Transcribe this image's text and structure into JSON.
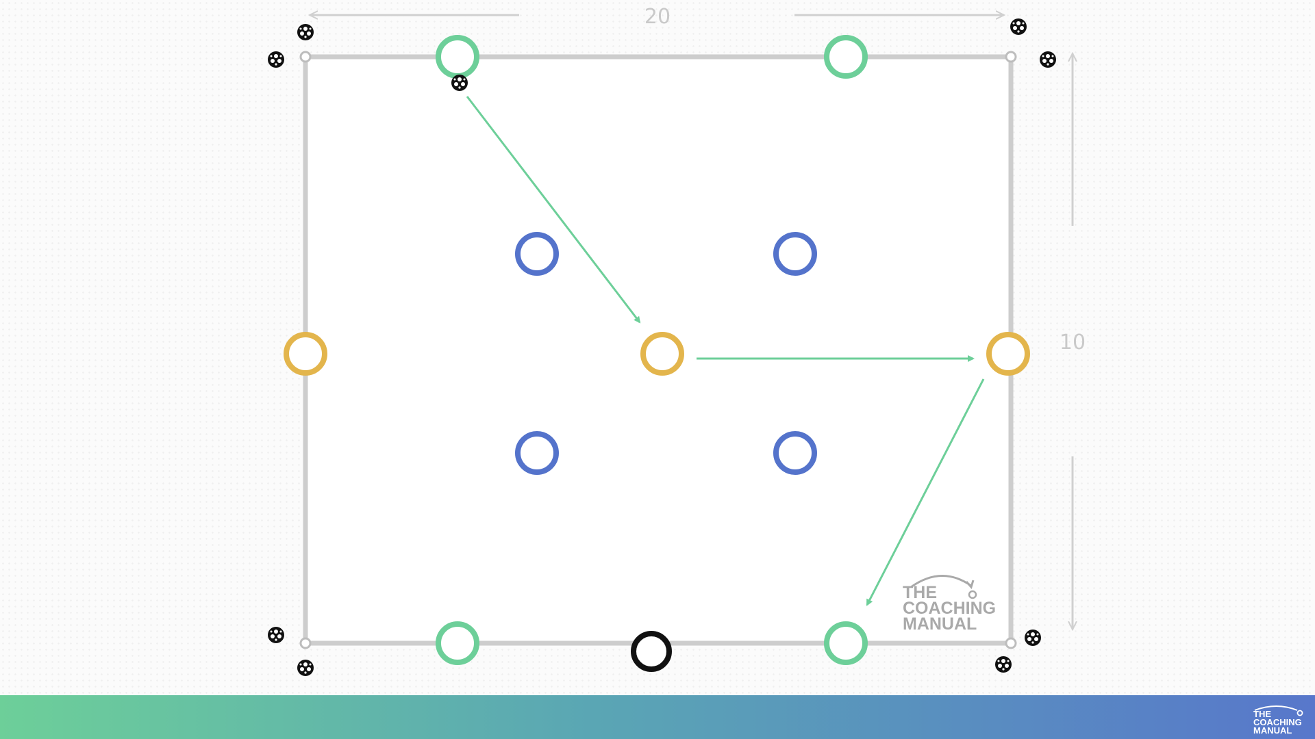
{
  "diagram": {
    "width_label": "20",
    "height_label": "10",
    "colors": {
      "pitch_line": "#cdcdcd",
      "dimension_line": "#d0d0d0",
      "green_player": "#6dcf99",
      "blue_player": "#5473cb",
      "yellow_player": "#e3b54c",
      "black_player": "#111111",
      "pass_arrow": "#6dcf99",
      "cone": "#d3d3d3",
      "ball": "#111111"
    },
    "players": [
      {
        "team": "green",
        "role": "top-left"
      },
      {
        "team": "green",
        "role": "top-right"
      },
      {
        "team": "green",
        "role": "bottom-left"
      },
      {
        "team": "green",
        "role": "bottom-right"
      },
      {
        "team": "blue",
        "role": "upper-left"
      },
      {
        "team": "blue",
        "role": "upper-right"
      },
      {
        "team": "blue",
        "role": "lower-left"
      },
      {
        "team": "blue",
        "role": "lower-right"
      },
      {
        "team": "yellow",
        "role": "left"
      },
      {
        "team": "yellow",
        "role": "center"
      },
      {
        "team": "yellow",
        "role": "right"
      },
      {
        "team": "black",
        "role": "bottom-center"
      }
    ],
    "passes": [
      {
        "from": "green top-left",
        "to": "yellow center"
      },
      {
        "from": "yellow center",
        "to": "yellow right"
      },
      {
        "from": "yellow right",
        "to": "green bottom-right"
      }
    ],
    "ball_icon": "soccer-ball-icon",
    "cone_icon": "cone-marker-icon"
  },
  "watermark": {
    "line1": "THE",
    "line2": "COACHING",
    "line3": "MANUAL"
  },
  "footer": {
    "logo": {
      "line1": "THE",
      "line2": "COACHING",
      "line3": "MANUAL"
    }
  }
}
